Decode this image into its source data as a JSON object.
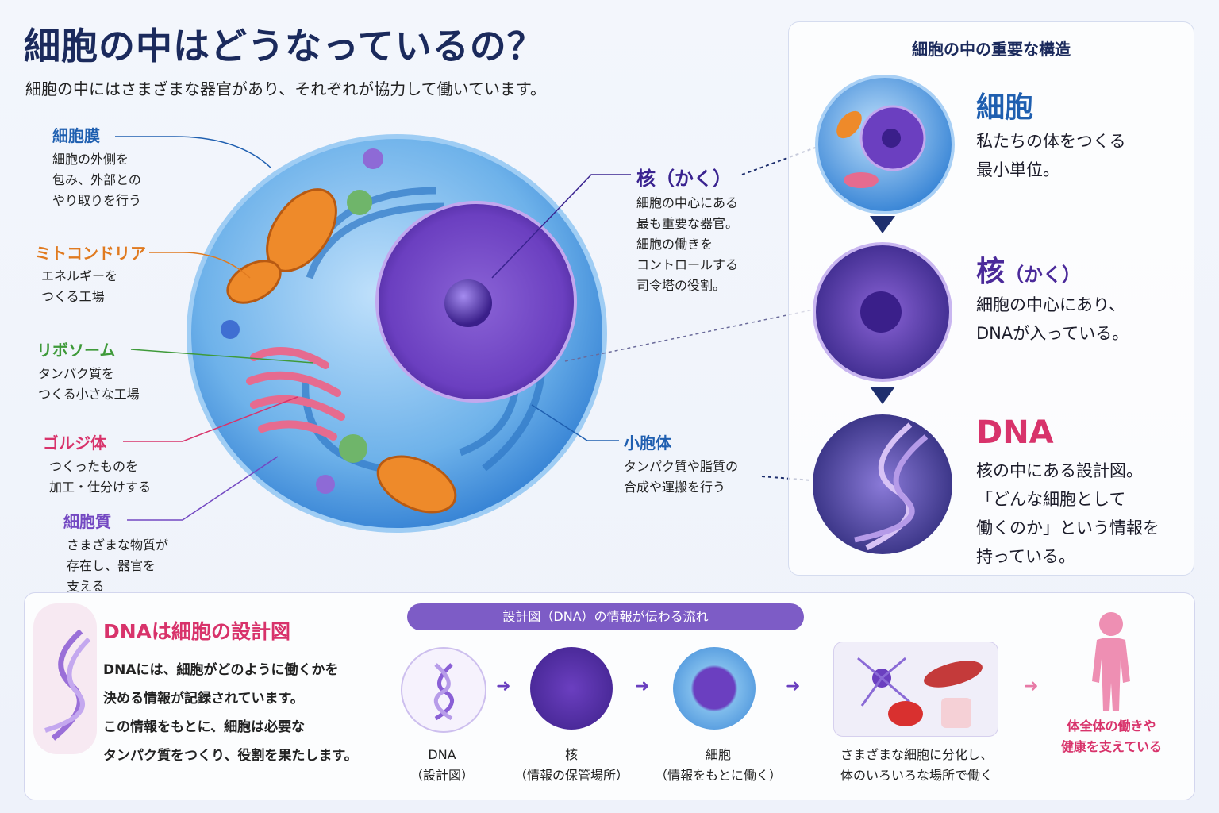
{
  "header": {
    "title": "細胞の中はどうなっているの？",
    "subtitle": "細胞の中にはさまざまな器官があり、それぞれが協力して働いています。"
  },
  "labels": {
    "membrane": {
      "name": "細胞膜",
      "desc": "細胞の外側を\n包み、外部との\nやり取りを行う",
      "color": "#1f5fb0"
    },
    "mito": {
      "name": "ミトコンドリア",
      "desc": "エネルギーを\nつくる工場",
      "color": "#e07a1f"
    },
    "ribo": {
      "name": "リボソーム",
      "desc": "タンパク質を\nつくる小さな工場",
      "color": "#3f9a3a"
    },
    "golgi": {
      "name": "ゴルジ体",
      "desc": "つくったものを\n加工・仕分けする",
      "color": "#d8336b"
    },
    "cyto": {
      "name": "細胞質",
      "desc": "さまざまな物質が\n存在し、器官を\n支える",
      "color": "#7348c2"
    },
    "nucleus": {
      "name": "核（かく）",
      "desc": "細胞の中心にある\n最も重要な器官。\n細胞の働きを\nコントロールする\n司令塔の役割。",
      "color": "#3a2390"
    },
    "er": {
      "name": "小胞体",
      "desc": "タンパク質や脂質の\n合成や運搬を行う",
      "color": "#1f5fb0"
    }
  },
  "panel": {
    "title": "細胞の中の重要な構造",
    "items": [
      {
        "name": "細胞",
        "suffix": "",
        "desc": "私たちの体をつくる\n最小単位。",
        "color": "#1f5fb0"
      },
      {
        "name": "核",
        "suffix": "（かく）",
        "desc": "細胞の中心にあり、\nDNAが入っている。",
        "color": "#4b2a9a"
      },
      {
        "name": "DNA",
        "suffix": "",
        "desc": "核の中にある設計図。\n「どんな細胞として\n働くのか」という情報を\n持っている。",
        "color": "#d8336b"
      }
    ]
  },
  "dna_box": {
    "title": "DNAは細胞の設計図",
    "desc": "DNAには、細胞がどのように働くかを\n決める情報が記録されています。\nこの情報をもとに、細胞は必要な\nタンパク質をつくり、役割を果たします。",
    "title_color": "#d8336b"
  },
  "flow": {
    "title": "設計図（DNA）の情報が伝わる流れ",
    "steps": [
      {
        "label": "DNA\n（設計図）"
      },
      {
        "label": "核\n（情報の保管場所）"
      },
      {
        "label": "細胞\n（情報をもとに働く）"
      },
      {
        "label": "さまざまな細胞に分化し、\n体のいろいろな場所で働く"
      },
      {
        "label": "体全体の働きや\n健康を支えている"
      }
    ],
    "arrow": "➜"
  }
}
